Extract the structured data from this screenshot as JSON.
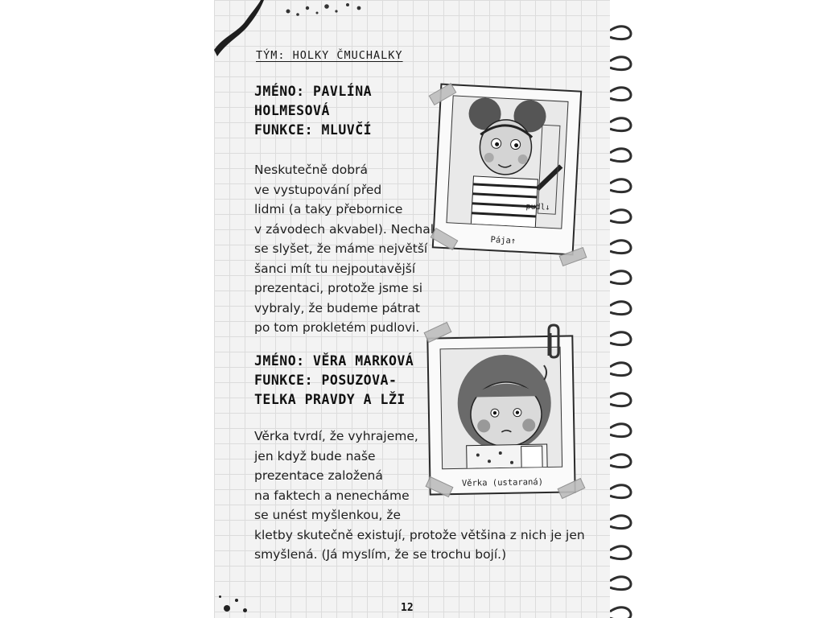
{
  "page": {
    "team_label": "TÝM: HOLKY ČMUCHALKY",
    "page_number": "12"
  },
  "member1": {
    "heading_lines": [
      "JMÉNO: PAVLÍNA",
      "HOLMESOVÁ",
      "FUNKCE: MLUVČÍ"
    ],
    "text_lines": [
      "Neskutečně dobrá",
      "ve vystupování před",
      "lidmi (a taky přebornice",
      "v závodech akvabel). Nechala",
      "se slyšet, že máme největší",
      "šanci mít tu nejpoutavější",
      "prezentaci, protože jsme si",
      "vybraly, že budeme pátrat",
      "po tom prokletém pudlovi."
    ],
    "photo_caption": "Pája↑",
    "photo_note": "pudl↓"
  },
  "member2": {
    "heading_lines": [
      "JMÉNO: VĚRA MARKOVÁ",
      "FUNKCE: POSUZOVA-",
      "TELKA PRAVDY A LŽI"
    ],
    "text_lines": [
      "Věrka tvrdí, že vyhrajeme,",
      "jen když bude naše",
      "prezentace založená",
      "na faktech a nenecháme",
      "se unést myšlenkou, že",
      "kletby skutečně existují, protože většina z nich je jen",
      "smyšlená. (Já myslím, že se trochu bojí.)"
    ],
    "photo_caption": "Věrka (ustaraná)"
  }
}
